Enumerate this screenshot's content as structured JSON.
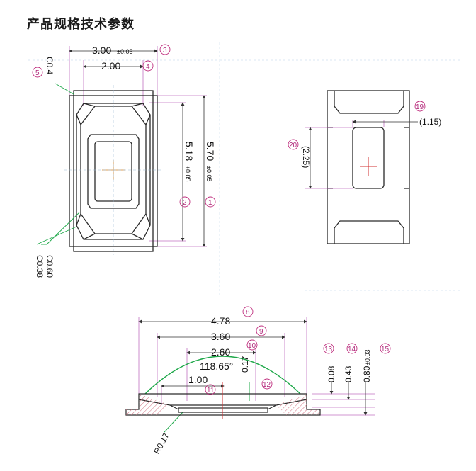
{
  "title": "产品规格技术参数",
  "top_view": {
    "width_dim": "3.00",
    "width_tol": "±0.05",
    "inner_width_dim": "2.00",
    "height_inner_dim": "5.18",
    "height_inner_tol": "±0.05",
    "height_dim": "5.70",
    "height_tol": "±0.05",
    "chamfer_top": "C0.4",
    "chamfer_a": "C0.60",
    "chamfer_b": "C0.38",
    "refs": [
      "1",
      "2",
      "3",
      "4",
      "5"
    ]
  },
  "back_view": {
    "pad_width": "(1.15)",
    "pad_height": "(2.25)",
    "refs": [
      "19",
      "20"
    ]
  },
  "side_view": {
    "d_total": "4.78",
    "d_cavity": "3.60",
    "d_inner": "2.60",
    "angle": "118.65°",
    "d_chip": "1.00",
    "h_chip": "0.17",
    "h1": "0.08",
    "h2": "0.43",
    "h3": "0.80",
    "h3_tol": "±0.03",
    "radius": "R0.17",
    "refs": [
      "8",
      "9",
      "10",
      "11",
      "12",
      "13",
      "14",
      "15"
    ]
  },
  "colors": {
    "outline": "#2a2a2a",
    "dim_line": "#1fa84a",
    "ref_circle": "#c0307f",
    "extension": "#c070c0",
    "axis": "#d03030",
    "grid": "#cfe0ef"
  }
}
